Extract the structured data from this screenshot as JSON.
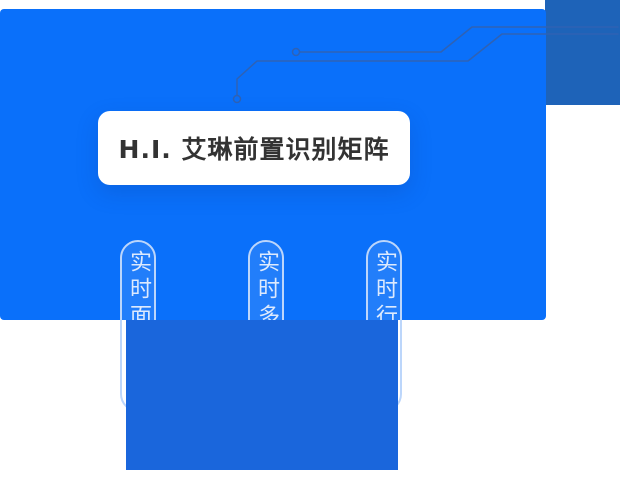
{
  "banner": {
    "title": "H.I. 艾琳前置识别矩阵"
  },
  "pills": [
    {
      "label": "实时面"
    },
    {
      "label": "实时多"
    },
    {
      "label": "实时行"
    }
  ],
  "colors": {
    "panel_blue": "#0a70fa",
    "corner_square_blue": "#1e63b8",
    "bottom_panel_blue": "#1a66dc",
    "pill_outline": "#bcd6fb",
    "pill_text": "#ddeafd",
    "circuit_line": "#2f62b4",
    "title_text": "#333333",
    "card_background": "#ffffff"
  }
}
